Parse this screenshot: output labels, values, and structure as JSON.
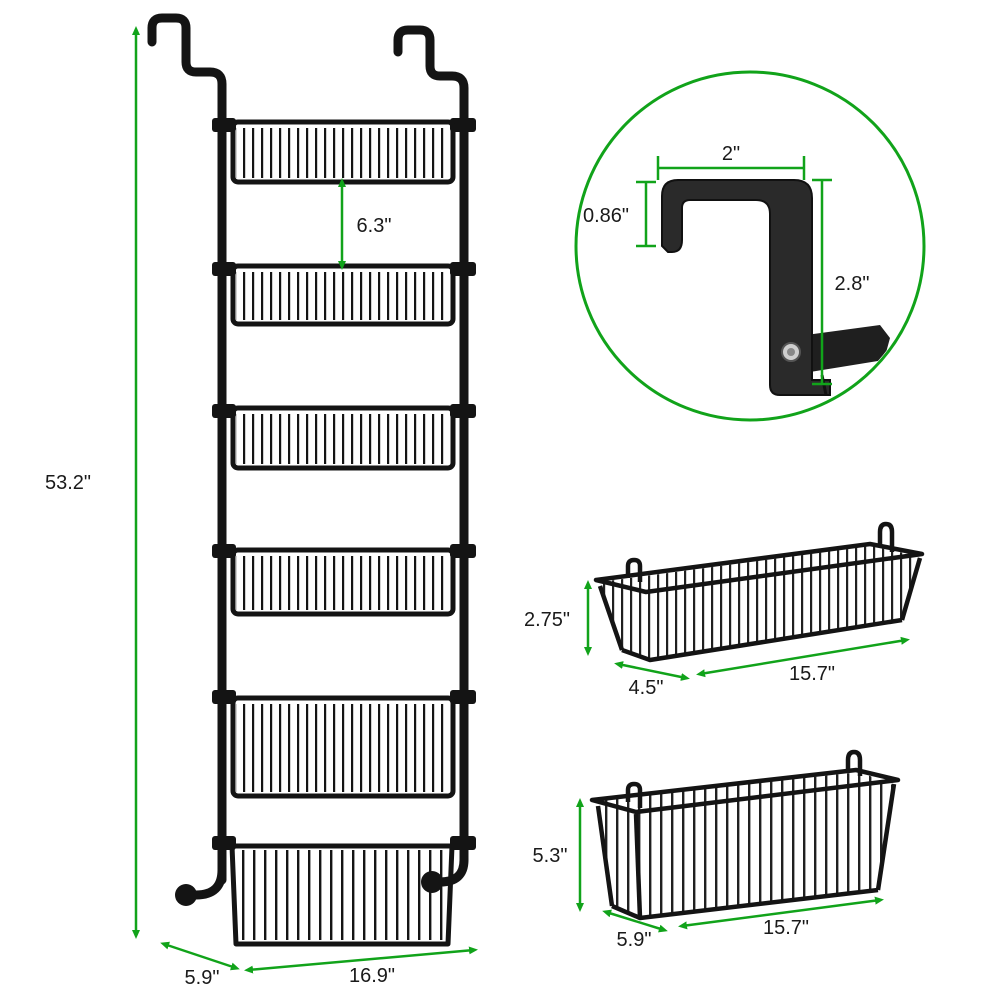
{
  "colors": {
    "dimension_line": "#11a31a",
    "product": "#141414",
    "background": "#ffffff"
  },
  "dimensions": {
    "total_height": "53.2\"",
    "shelf_spacing": "6.3\"",
    "rack_depth": "5.9\"",
    "rack_width": "16.9\"",
    "hook_width": "2\"",
    "hook_lip": "0.86\"",
    "hook_height": "2.8\"",
    "small_basket_height": "2.75\"",
    "small_basket_depth": "4.5\"",
    "small_basket_length": "15.7\"",
    "large_basket_height": "5.3\"",
    "large_basket_depth": "5.9\"",
    "large_basket_length": "15.7\""
  }
}
